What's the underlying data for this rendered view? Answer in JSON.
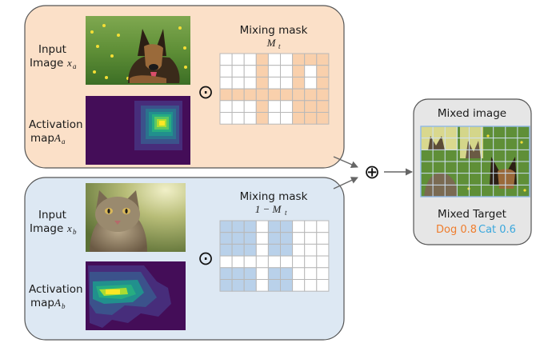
{
  "colors": {
    "panel_a_fill": "#fbe0c8",
    "panel_b_fill": "#dde8f3",
    "output_fill": "#e6e6e6",
    "mask_a_cell": "#f9d0ac",
    "mask_b_cell": "#b9d1ea",
    "dog_label": "#ef7d2d",
    "cat_label": "#3aa7dd"
  },
  "panel_a": {
    "input_label_line1": "Input",
    "input_label_line2": "Image",
    "input_symbol": "x",
    "input_subscript": "a",
    "activation_label_line1": "Activation",
    "activation_label_line2": "map",
    "activation_symbol": "A",
    "activation_subscript": "a",
    "operator_symbol": "⊙",
    "mask_title": "Mixing mask",
    "mask_formula": "M",
    "mask_formula_sub": "t",
    "mask_grid": [
      [
        0,
        0,
        0,
        1,
        0,
        0,
        1,
        1,
        1
      ],
      [
        0,
        0,
        0,
        1,
        0,
        0,
        1,
        0,
        1
      ],
      [
        0,
        0,
        0,
        1,
        0,
        0,
        1,
        0,
        1
      ],
      [
        1,
        1,
        1,
        1,
        1,
        1,
        1,
        1,
        1
      ],
      [
        0,
        0,
        0,
        1,
        0,
        0,
        1,
        1,
        1
      ],
      [
        0,
        0,
        0,
        1,
        0,
        0,
        1,
        1,
        1
      ]
    ]
  },
  "panel_b": {
    "input_label_line1": "Input",
    "input_label_line2": "Image",
    "input_symbol": "x",
    "input_subscript": "b",
    "activation_label_line1": "Activation",
    "activation_label_line2": "map",
    "activation_symbol": "A",
    "activation_subscript": "b",
    "operator_symbol": "⊙",
    "mask_title": "Mixing mask",
    "mask_formula": "1 − M",
    "mask_formula_sub": "t",
    "mask_grid": [
      [
        1,
        1,
        1,
        0,
        1,
        1,
        0,
        0,
        0
      ],
      [
        1,
        1,
        1,
        0,
        1,
        1,
        0,
        0,
        0
      ],
      [
        1,
        1,
        1,
        0,
        1,
        1,
        0,
        0,
        0
      ],
      [
        0,
        0,
        0,
        0,
        0,
        0,
        0,
        0,
        0
      ],
      [
        1,
        1,
        1,
        0,
        1,
        1,
        0,
        0,
        0
      ],
      [
        1,
        1,
        1,
        0,
        1,
        1,
        0,
        0,
        0
      ]
    ]
  },
  "combine_symbol": "⊕",
  "output": {
    "title": "Mixed image",
    "target_title": "Mixed Target",
    "dog_label": "Dog 0.8",
    "cat_label": "Cat 0.6"
  }
}
